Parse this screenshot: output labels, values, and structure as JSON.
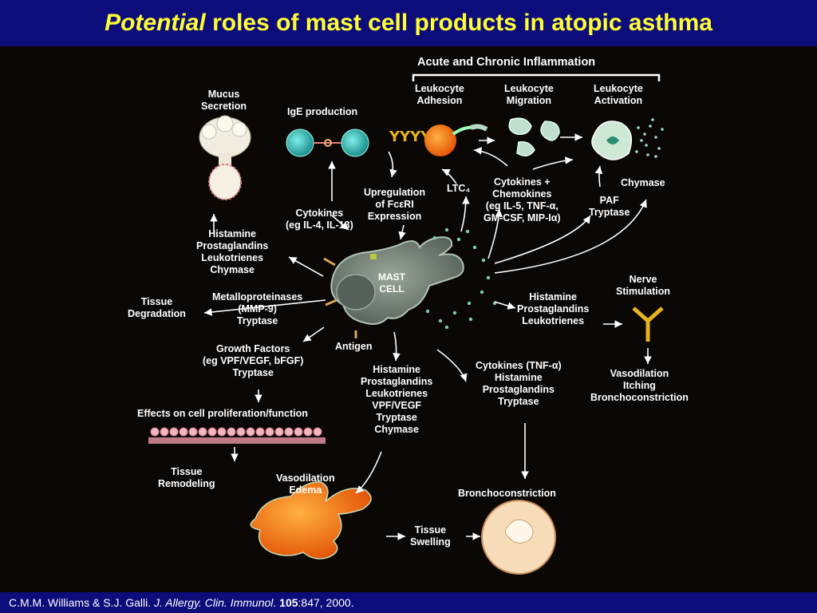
{
  "title": {
    "italic": "Potential",
    "rest": " roles of mast cell products in atopic asthma"
  },
  "labels": {
    "acute": "Acute and Chronic Inflammation",
    "leuko_adhesion": "Leukocyte\nAdhesion",
    "leuko_migration": "Leukocyte\nMigration",
    "leuko_activation": "Leukocyte\nActivation",
    "mucus": "Mucus\nSecretion",
    "ige": "IgE production",
    "upreg": "Upregulation\nof FcεRI\nExpression",
    "ltc4": "LTC₄",
    "cytokines_chemo": "Cytokines +\nChemokines\n(eg IL-5, TNF-α,\nGM-CSF, MIP-Iα)",
    "chymase_top": "Chymase",
    "paf": "PAF\nTryptase",
    "cytokines_il": "Cytokines\n(eg IL-4, IL-13)",
    "hist_group1": "Histamine\nProstaglandins\nLeukotrienes\nChymase",
    "mast": "MAST\nCELL",
    "tissue_deg": "Tissue\nDegradation",
    "mmp": "Metalloproteinases\n(MMP-9)\nTryptase",
    "growth": "Growth Factors\n(eg VPF/VEGF, bFGF)\nTryptase",
    "antigen": "Antigen",
    "hist_group2": "Histamine\nProstaglandins\nLeukotrienes",
    "nerve": "Nerve\nStimulation",
    "vasodil_itch": "Vasodilation\nItching\nBronchoconstriction",
    "effects": "Effects on cell proliferation/function",
    "hist_group3": "Histamine\nProstaglandins\nLeukotrienes\nVPF/VEGF\nTryptase\nChymase",
    "cytokines_tnf": "Cytokines (TNF-α)\nHistamine\nProstaglandins\nTryptase",
    "tissue_remod": "Tissue\nRemodeling",
    "vasodil_edema": "Vasodilation\nEdema",
    "broncho": "Bronchoconstriction",
    "tissue_swell": "Tissue\nSwelling"
  },
  "citation": {
    "authors": "C.M.M. Williams & S.J. Galli. ",
    "journal": "J. Allergy. Clin. Immunol",
    "dot": ".",
    "volume": " 105",
    "pages": ":847, 2000."
  },
  "colors": {
    "title_bg": "#0c0c7a",
    "title_text": "#ffff33",
    "stage_bg": "#0b0704",
    "mast_cell": "#6d7a70",
    "orange_cell": "#ff6a0a",
    "cyan_cell": "#2fb3b0",
    "label_text": "#ffffff"
  }
}
